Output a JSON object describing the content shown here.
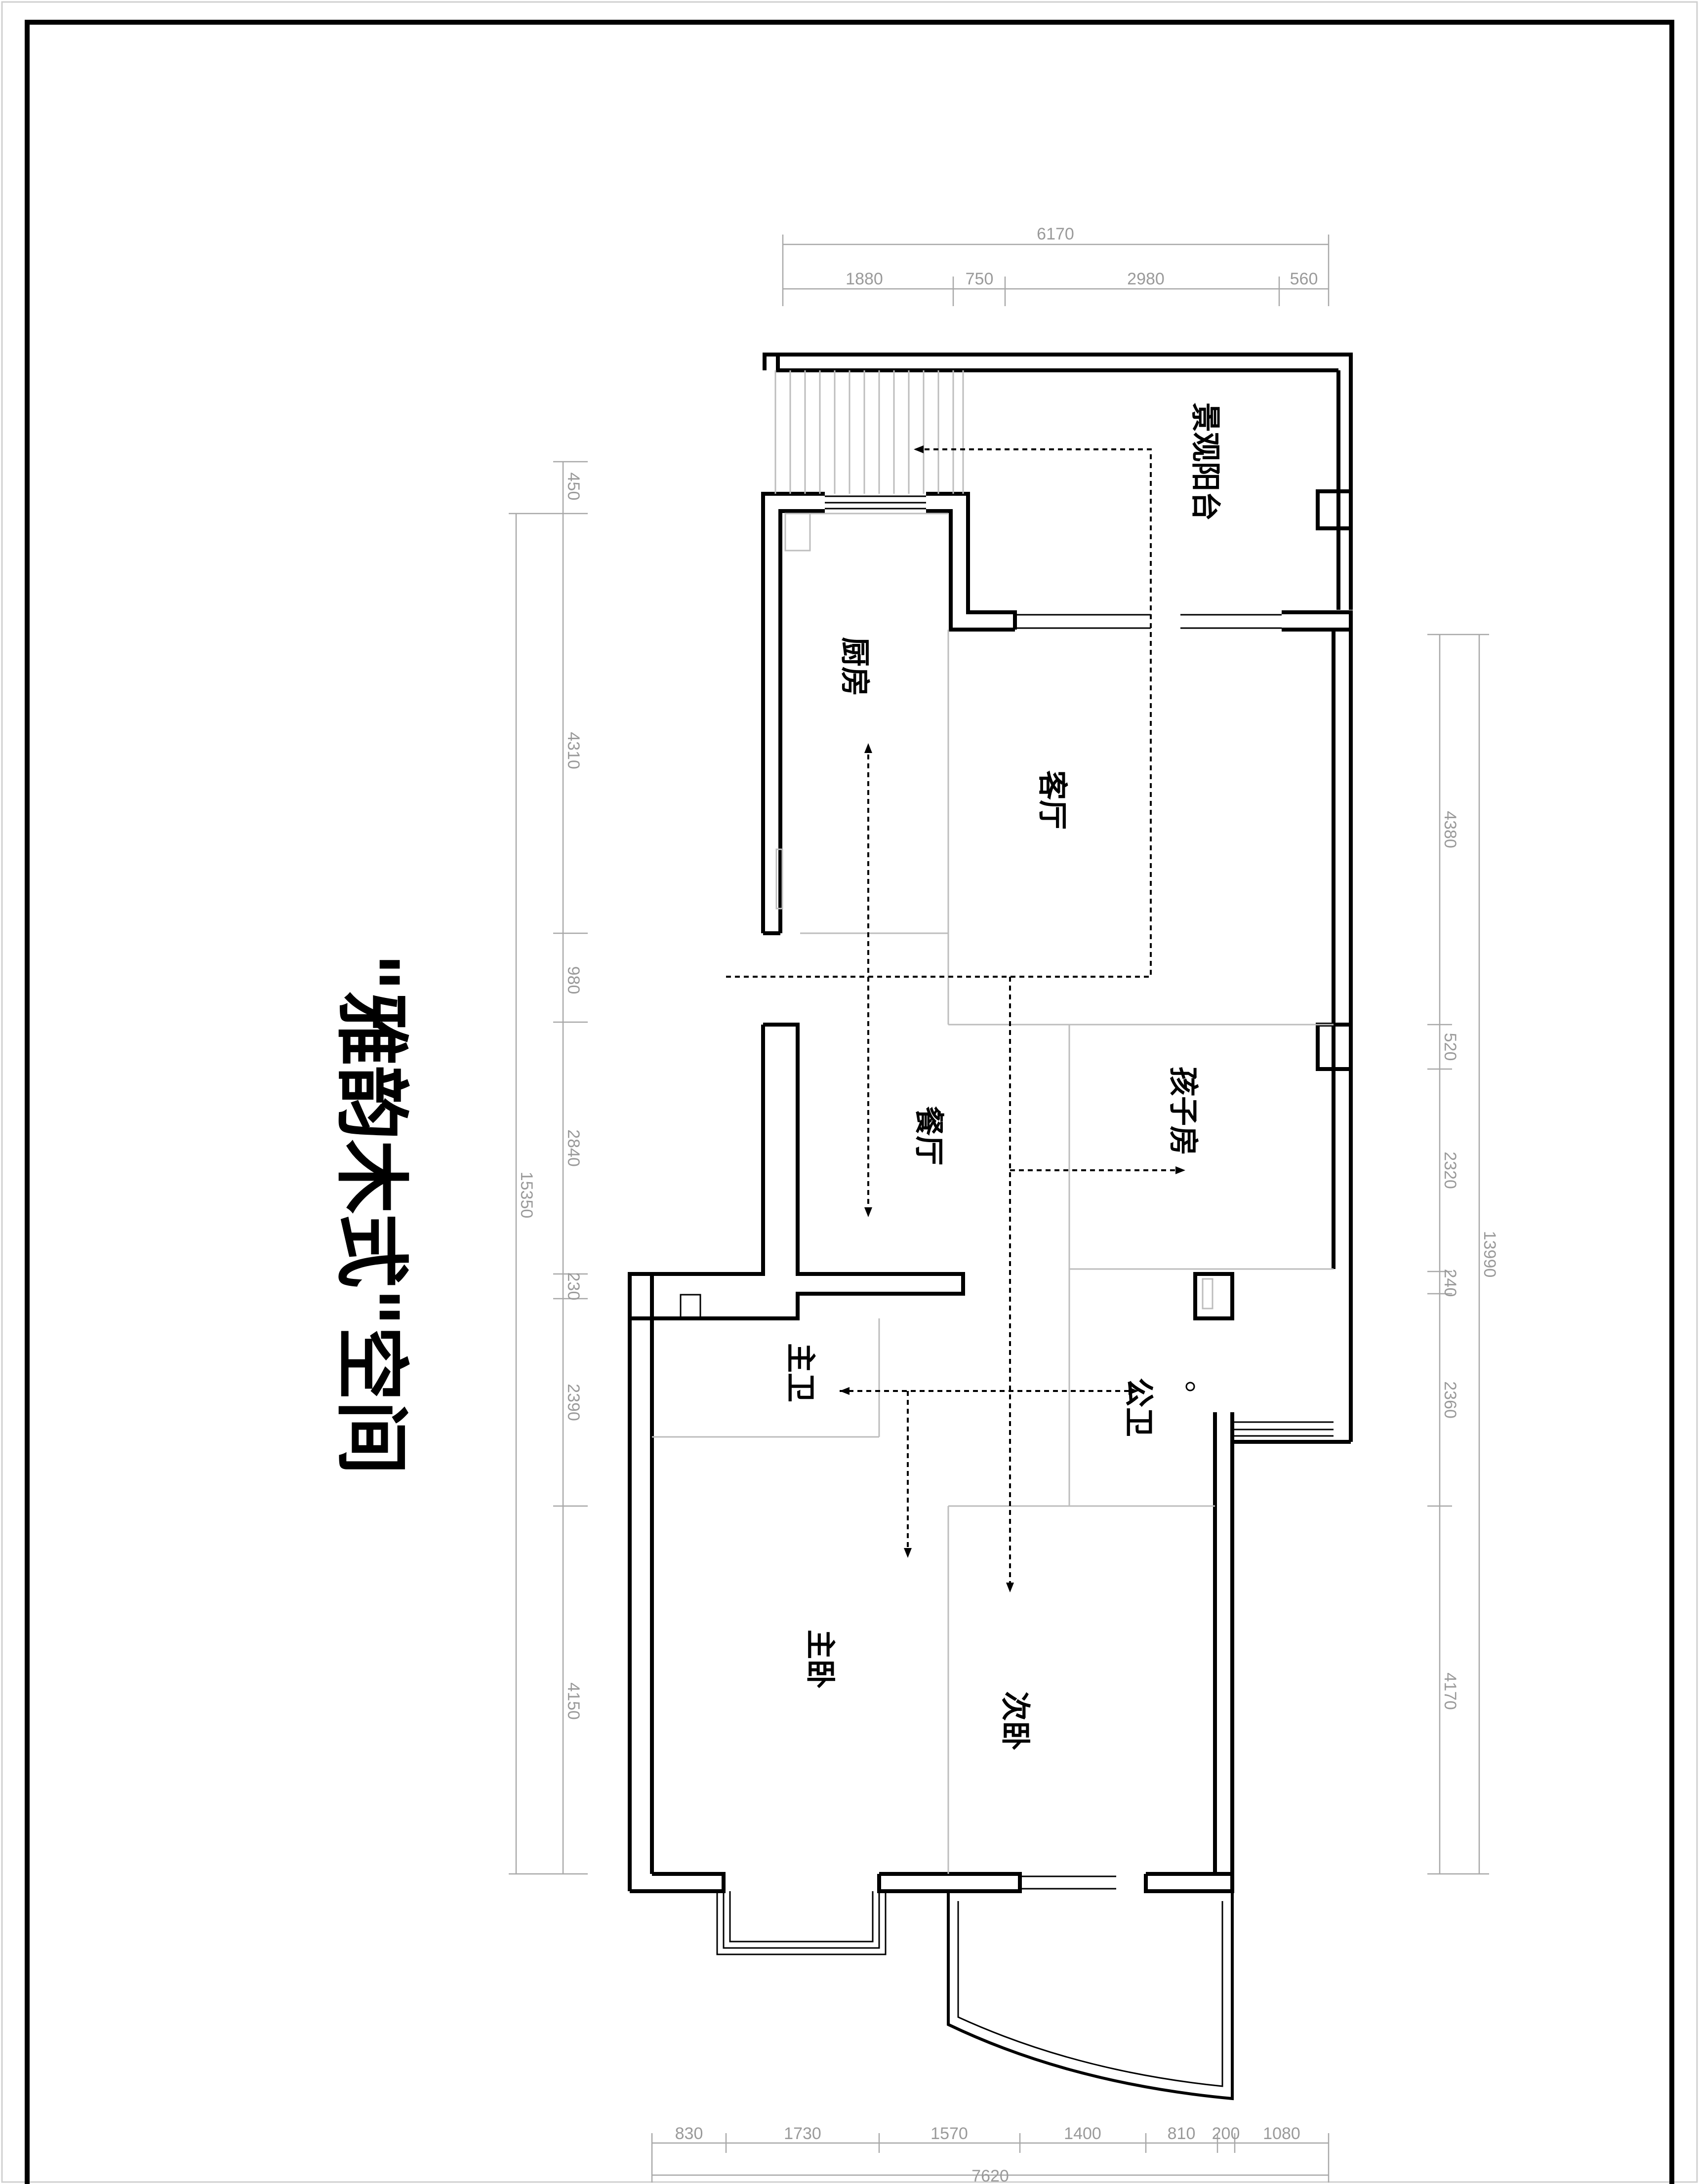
{
  "title": "\"雅韵木式\"空间",
  "rooms": {
    "balcony": "景观阳台",
    "kitchen": "厨房",
    "living": "客厅",
    "dining": "餐厅",
    "kids": "孩子房",
    "master_bath": "主卫",
    "public_bath": "公卫",
    "master_bed": "主卧",
    "second_bed": "次卧"
  },
  "dimensions": {
    "top_total": "6170",
    "top_segments": [
      "1880",
      "750",
      "2980",
      "560"
    ],
    "left_total": "15350",
    "left_segments": [
      "450",
      "4310",
      "980",
      "2840",
      "230",
      "2390",
      "4150"
    ],
    "right_total": "13990",
    "right_segments": [
      "4380",
      "520",
      "2320",
      "240",
      "2360",
      "4170"
    ],
    "bottom_total": "7620",
    "bottom_segments": [
      "830",
      "1730",
      "1570",
      "1400",
      "810",
      "200",
      "1080"
    ]
  },
  "colors": {
    "wall": "#000000",
    "dimension": "#9a9a9a",
    "background": "#ffffff"
  }
}
